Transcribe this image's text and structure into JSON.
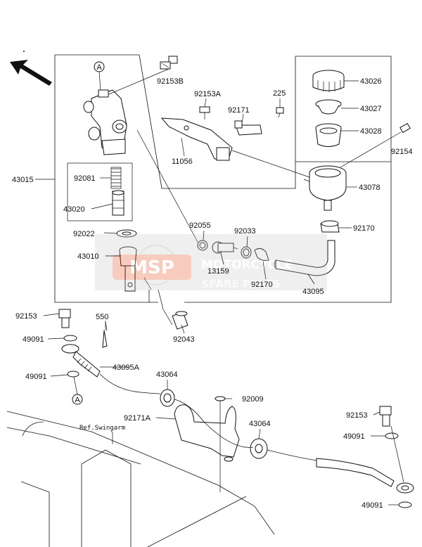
{
  "labels": {
    "p92153B": "92153B",
    "p92153A": "92153A",
    "p225": "225",
    "p92171": "92171",
    "p11056": "11056",
    "p43026": "43026",
    "p43027": "43027",
    "p43028": "43028",
    "p92154": "92154",
    "p43078": "43078",
    "p43015": "43015",
    "p92081": "92081",
    "p43020": "43020",
    "p92022": "92022",
    "p43010": "43010",
    "p92055": "92055",
    "p92033": "92033",
    "p13159": "13159",
    "p92170a": "92170",
    "p92170b": "92170",
    "p43095": "43095",
    "p92153a": "92153",
    "p550": "550",
    "p92043": "92043",
    "p49091a": "49091",
    "p43095A": "43095A",
    "p49091b": "49091",
    "p43064a": "43064",
    "p92009": "92009",
    "p92171A": "92171A",
    "p43064b": "43064",
    "p92153b": "92153",
    "p49091c": "49091",
    "p49091d": "49091",
    "ref_swingarm": "Ref.Swingarm",
    "circleA_top": "A",
    "circleA_bottom": "A"
  },
  "watermark": {
    "logo_text": "MSP",
    "line1": "MOTORCYCLE",
    "line2": "SPARE PARTS",
    "color": "#e8491d"
  }
}
